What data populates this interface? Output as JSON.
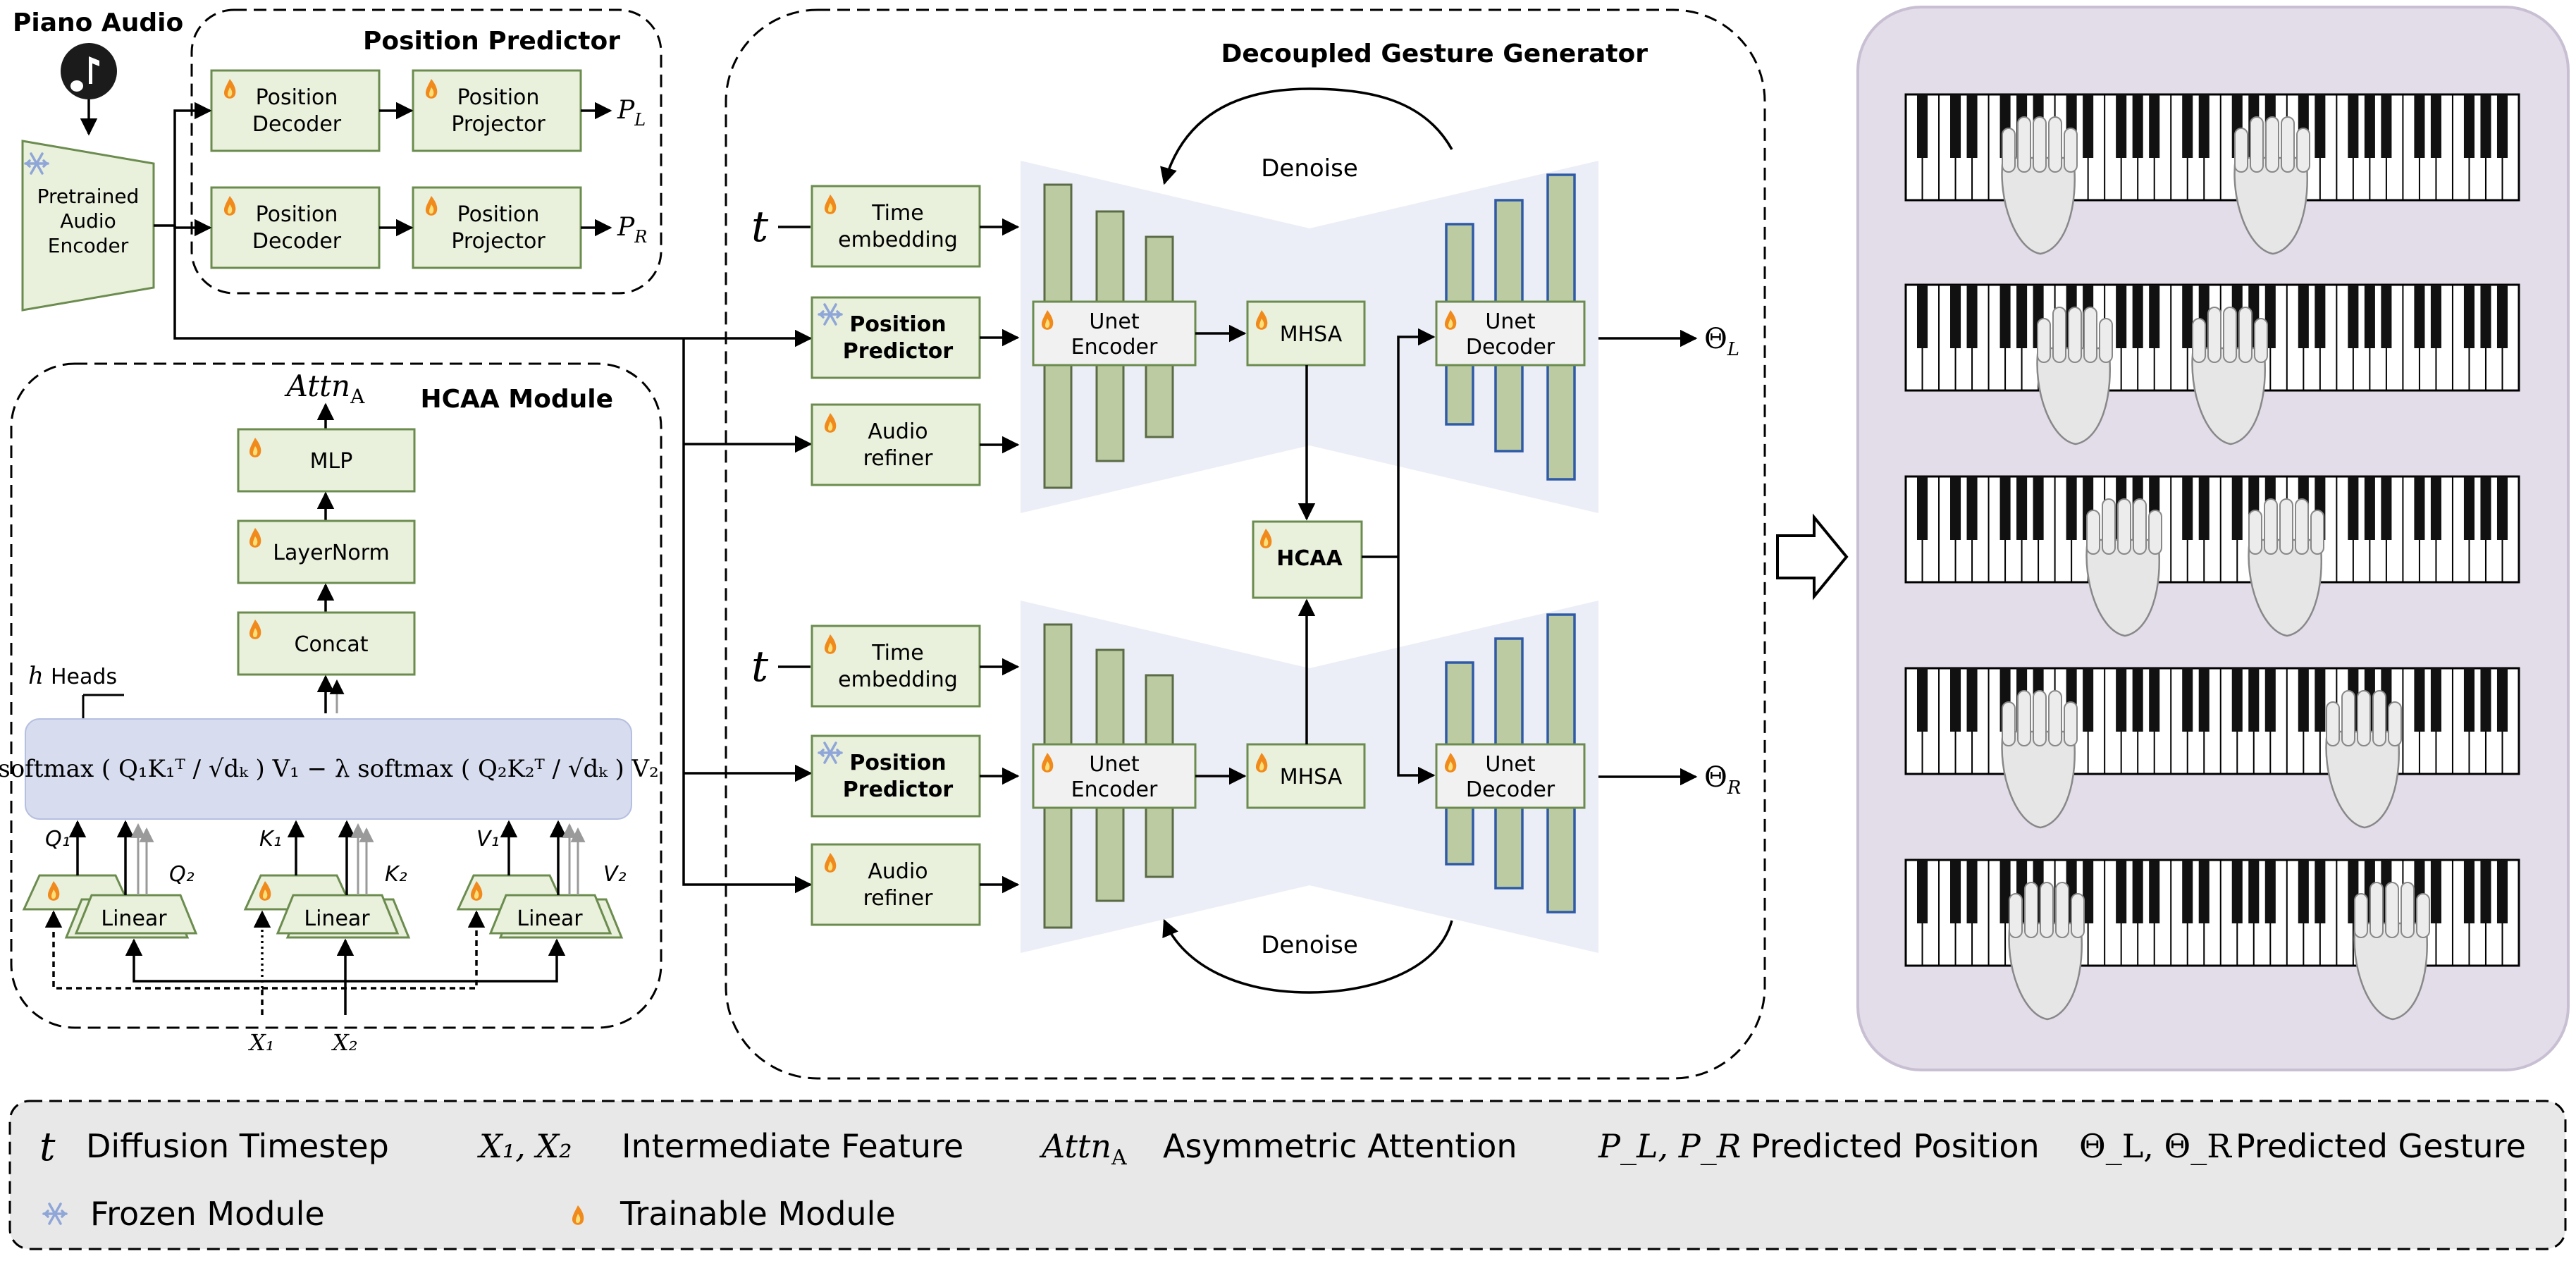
{
  "colors": {
    "module_fill": "#e9f0dc",
    "module_stroke": "#6b8c4e",
    "bar_fill": "#bccba2",
    "decoder_bar_stroke": "#2e5aa8",
    "hourglass": "#eceef7",
    "attention_box": "#d7dcef",
    "output_panel": "#e3dce9",
    "legend_fill": "#e8e8e8",
    "flame": "#f08a1c",
    "snowflake": "#8fa6d8"
  },
  "titles": {
    "piano_audio": "Piano Audio",
    "position_predictor": "Position Predictor",
    "hcaa_module": "HCAA Module",
    "generator": "Decoupled Gesture Generator"
  },
  "encoder": {
    "line1": "Pretrained",
    "line2": "Audio",
    "line3": "Encoder"
  },
  "position_predictor": {
    "decoder": {
      "line1": "Position",
      "line2": "Decoder"
    },
    "projector": {
      "line1": "Position",
      "line2": "Projector"
    },
    "out_left": {
      "main": "P",
      "sub": "L"
    },
    "out_right": {
      "main": "P",
      "sub": "R"
    }
  },
  "hcaa": {
    "output": {
      "main": "Attn",
      "sub": "A"
    },
    "mlp": "MLP",
    "layernorm": "LayerNorm",
    "concat": "Concat",
    "heads": {
      "h": "h",
      "label": "Heads"
    },
    "formula": "softmax ( Q₁K₁ᵀ / √dₖ ) V₁ − λ softmax ( Q₂K₂ᵀ / √dₖ ) V₂",
    "linear": "Linear",
    "q1": "Q₁",
    "q2": "Q₂",
    "k1": "K₁",
    "k2": "K₂",
    "v1": "V₁",
    "v2": "V₂",
    "x1": "X₁",
    "x2": "X₂"
  },
  "generator": {
    "t": "t",
    "time_embedding": {
      "line1": "Time",
      "line2": "embedding"
    },
    "position_predictor": {
      "line1": "Position",
      "line2": "Predictor"
    },
    "audio_refiner": {
      "line1": "Audio",
      "line2": "refiner"
    },
    "unet_encoder": {
      "line1": "Unet",
      "line2": "Encoder"
    },
    "unet_decoder": {
      "line1": "Unet",
      "line2": "Decoder"
    },
    "mhsa": "MHSA",
    "hcaa": "HCAA",
    "denoise": "Denoise",
    "theta_left": {
      "main": "Θ",
      "sub": "L"
    },
    "theta_right": {
      "main": "Θ",
      "sub": "R"
    }
  },
  "legend": {
    "t_symbol": "t",
    "t_desc": "Diffusion Timestep",
    "x_symbol": "X₁, X₂",
    "x_desc": "Intermediate Feature",
    "attn_symbol": "Attn",
    "attn_sub": "A",
    "attn_desc": "Asymmetric Attention",
    "p_symbol": "P_L, P_R",
    "p_desc": "Predicted Position",
    "theta_symbol": "Θ_L, Θ_R",
    "theta_desc": "Predicted Gesture",
    "frozen_desc": "Frozen Module",
    "trainable_desc": "Trainable Module"
  }
}
